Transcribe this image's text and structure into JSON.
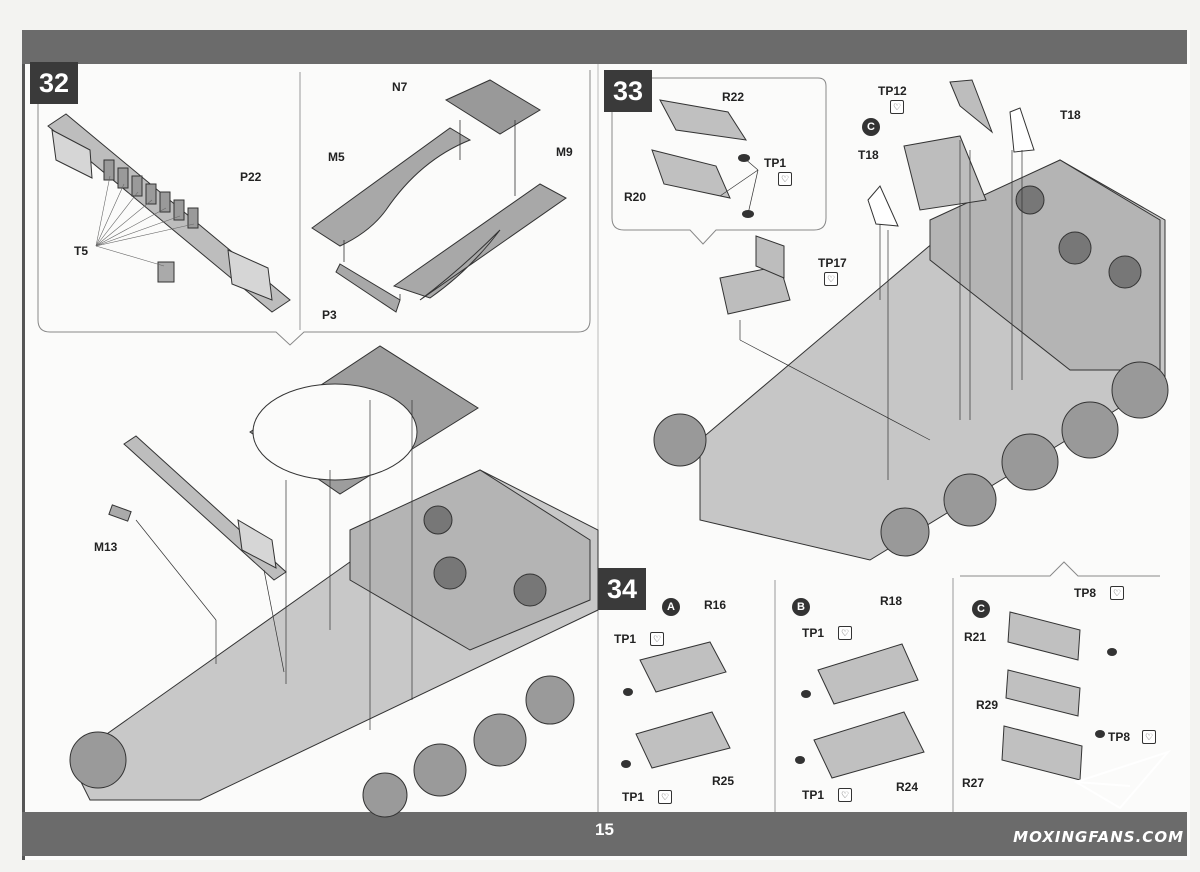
{
  "page_number": "15",
  "watermark": "MOXINGFANS.COM",
  "steps": {
    "s32": {
      "number": "32",
      "labels": {
        "n7": "N7",
        "m5": "M5",
        "m9": "M9",
        "p22": "P22",
        "t5": "T5",
        "p3": "P3",
        "m13": "M13"
      }
    },
    "s33": {
      "number": "33",
      "labels": {
        "r22": "R22",
        "tp1": "TP1",
        "r20": "R20",
        "tp17": "TP17",
        "tp12": "TP12",
        "c": "C",
        "t18a": "T18",
        "t18b": "T18"
      }
    },
    "s34": {
      "number": "34",
      "a": {
        "circle": "A",
        "r16": "R16",
        "tp1a": "TP1",
        "r25": "R25",
        "tp1b": "TP1"
      },
      "b": {
        "circle": "B",
        "r18": "R18",
        "tp1a": "TP1",
        "r24": "R24",
        "tp1b": "TP1"
      },
      "c": {
        "circle": "C",
        "tp8a": "TP8",
        "r21": "R21",
        "r29": "R29",
        "tp8b": "TP8",
        "r27": "R27"
      }
    }
  },
  "glue_icon": "glue-icon"
}
